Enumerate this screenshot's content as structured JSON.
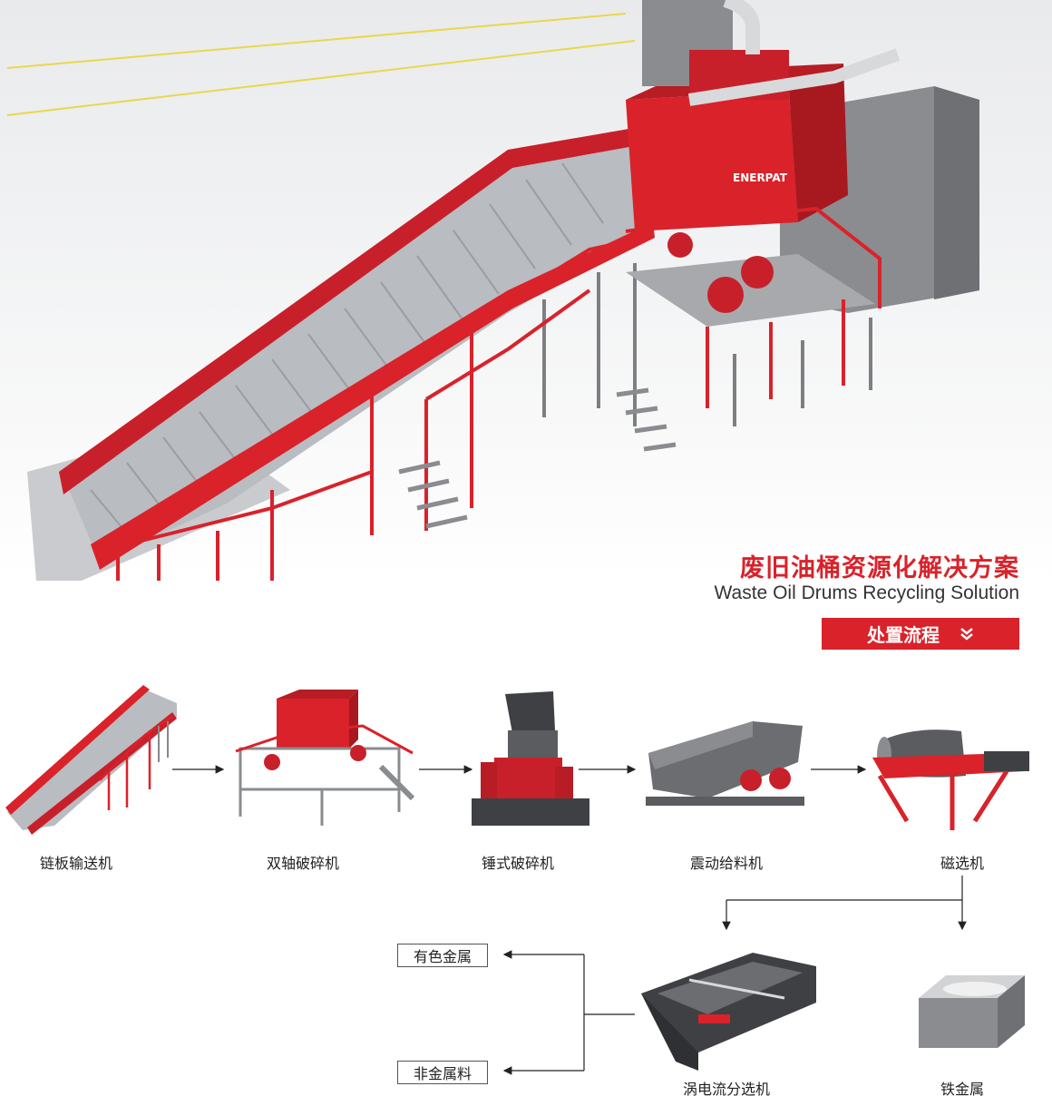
{
  "hero": {
    "machine_brand": "ENERPAT",
    "title_cn": "废旧油桶资源化解决方案",
    "title_en": "Waste Oil Drums Recycling Solution",
    "section_badge": "处置流程"
  },
  "process_steps": [
    {
      "name": "链板输送机"
    },
    {
      "name": "双轴破碎机"
    },
    {
      "name": "锤式破碎机"
    },
    {
      "name": "震动给料机"
    },
    {
      "name": "磁选机"
    }
  ],
  "separation": {
    "eddy_current": "涡电流分选机",
    "ferrous": "铁金属",
    "outputs": [
      "有色金属",
      "非金属料"
    ]
  },
  "colors": {
    "accent_red": "#d9222a",
    "machine_grey": "#7d7f83",
    "arrow": "#222222"
  }
}
